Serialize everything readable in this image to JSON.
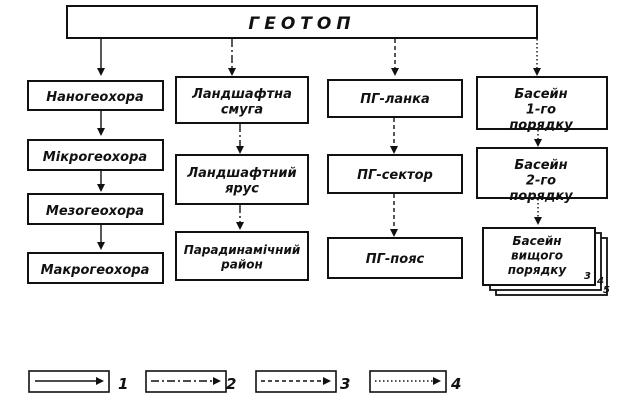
{
  "root": {
    "label": "ГЕОТОП"
  },
  "columns": [
    {
      "line": "solid",
      "nodes": [
        "Наногеохора",
        "Мікрогеохора",
        "Мезогеохора",
        "Макрогеохора"
      ]
    },
    {
      "line": "dashdot",
      "nodes": [
        "Ландшафтна смуга",
        "Ландшафтний ярус",
        "Парадинамічний район"
      ]
    },
    {
      "line": "dashed",
      "nodes": [
        "ПГ-ланка",
        "ПГ-сектор",
        "ПГ-пояс"
      ]
    },
    {
      "line": "dotted",
      "nodes": [
        "Басейн 1-го порядку",
        "Басейн 2-го порядку",
        "Басейн вищого порядку"
      ]
    }
  ],
  "stack_markers": [
    "3",
    "4",
    "5"
  ],
  "legend": [
    {
      "number": "1",
      "line": "solid"
    },
    {
      "number": "2",
      "line": "dashdot"
    },
    {
      "number": "3",
      "line": "dashed"
    },
    {
      "number": "4",
      "line": "dotted"
    }
  ]
}
